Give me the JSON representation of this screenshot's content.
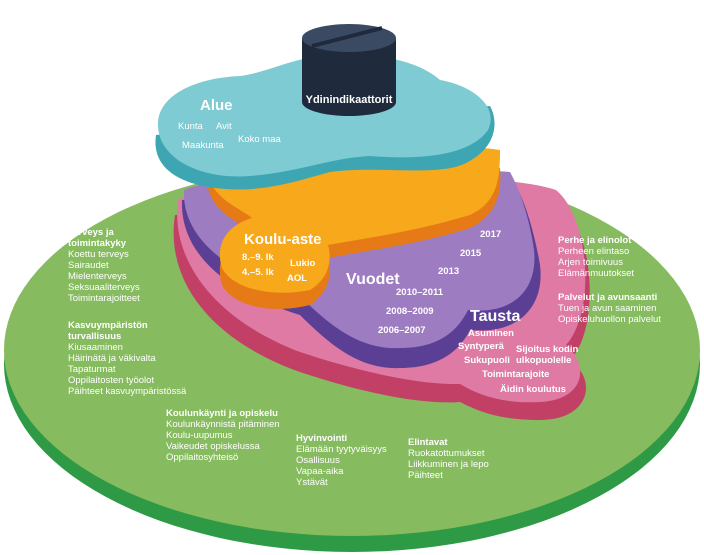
{
  "database_label": "Ydinindikaattorit",
  "layers": {
    "alue": {
      "title": "Alue",
      "items": [
        "Kunta",
        "Avit",
        "Maakunta",
        "Koko maa"
      ],
      "color": "#7ecbd3"
    },
    "kouluaste": {
      "title": "Koulu-aste",
      "items": [
        "8.–9. lk",
        "Lukio",
        "4.–5. lk",
        "AOL"
      ],
      "color": "#f08c2a"
    },
    "vuodet": {
      "title": "Vuodet",
      "items": [
        "2017",
        "2015",
        "2013",
        "2010–2011",
        "2008–2009",
        "2006–2007"
      ],
      "color": "#6b4ea0"
    },
    "tausta": {
      "title": "Tausta",
      "items": [
        "Asuminen",
        "Syntyperä",
        "Sijoitus kodin ulkopuolelle",
        "Sukupuoli",
        "Toimintarajoite",
        "Äidin koulutus"
      ],
      "color": "#d9577f"
    }
  },
  "green_groups": [
    {
      "title": "Terveys ja toimintakyky",
      "items": [
        "Koettu terveys",
        "Sairaudet",
        "Mielenterveys",
        "Seksuaaliterveys",
        "Toimintarajoitteet"
      ]
    },
    {
      "title": "Kasvuympäristön turvallisuus",
      "items": [
        "Kiusaaminen",
        "Häirinätä ja väkivalta",
        "Tapaturmat",
        "Oppilaitosten työolot",
        "Päihteet kasvuympäristössä"
      ]
    },
    {
      "title": "Koulunkäynti ja opiskelu",
      "items": [
        "Koulunkäynnistä pitäminen",
        "Koulu-uupumus",
        "Vaikeudet opiskelussa",
        "Oppilaitosyhteisö"
      ]
    },
    {
      "title": "Hyvinvointi",
      "items": [
        "Elämään tyytyväisyys",
        "Osallisuus",
        "Vapaa-aika",
        "Ystävät"
      ]
    },
    {
      "title": "Elintavat",
      "items": [
        "Ruokatottumukset",
        "Liikkuminen ja lepo",
        "Päihteet"
      ]
    },
    {
      "title": "Perhe ja elinolot",
      "items": [
        "Perheen elintaso",
        "Arjen toimivuus",
        "Elämänmuutokset"
      ]
    },
    {
      "title": "Palvelut ja avunsaanti",
      "items": [
        "Tuen ja avun saaminen",
        "Opiskeluhuollon palvelut"
      ]
    }
  ]
}
